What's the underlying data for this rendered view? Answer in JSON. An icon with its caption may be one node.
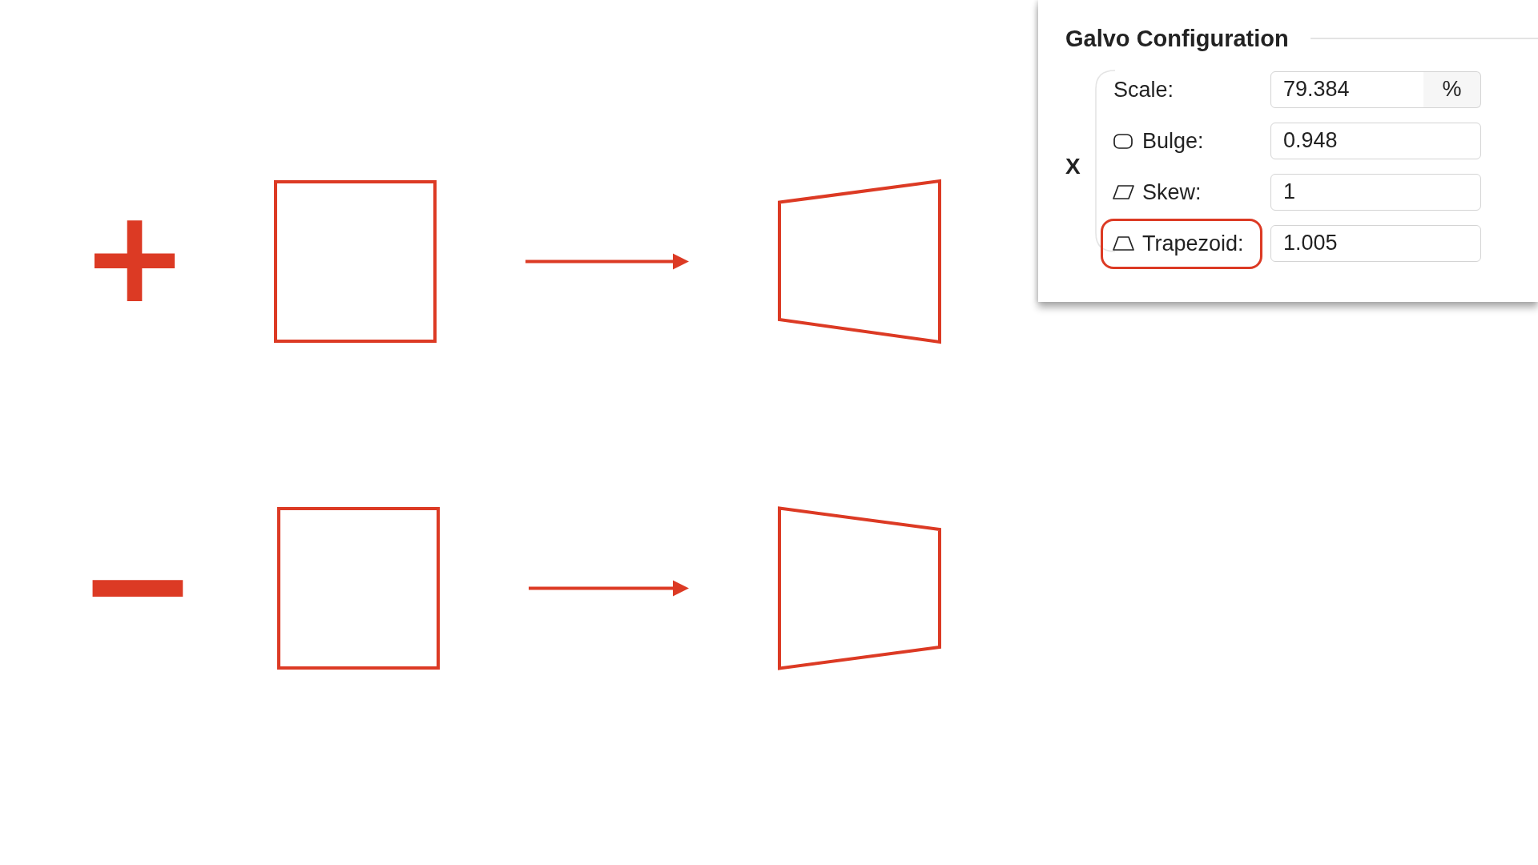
{
  "diagram": {
    "nodes": [
      {
        "text": [
          "Galvo Configuration"
        ]
      },
      {
        "text": [
          "79.384"
        ],
        "in": 0
      },
      {
        "text": [
          "%"
        ],
        "in": 0
      },
      {
        "text": [
          "0.948"
        ],
        "in": 0
      },
      {
        "text": [
          "1"
        ],
        "in": 0
      },
      {
        "text": [
          "Trapezoid:"
        ],
        "in": 0
      },
      {
        "text": [
          "1.005"
        ],
        "in": 0
      },
      {
        "text": [],
        "shape": "box"
      },
      {
        "text": [],
        "shape": "trapezoid"
      },
      {
        "text": [],
        "shape": "box"
      },
      {
        "text": [],
        "shape": "trapezoid"
      }
    ],
    "edges": [
      {
        "from": 7,
        "to": 8,
        "arrow": "to"
      },
      {
        "from": 9,
        "to": 10,
        "arrow": "to"
      }
    ],
    "labels": [
      "X",
      "Scale:",
      "Bulge:",
      "Skew:",
      "+",
      "−"
    ]
  }
}
